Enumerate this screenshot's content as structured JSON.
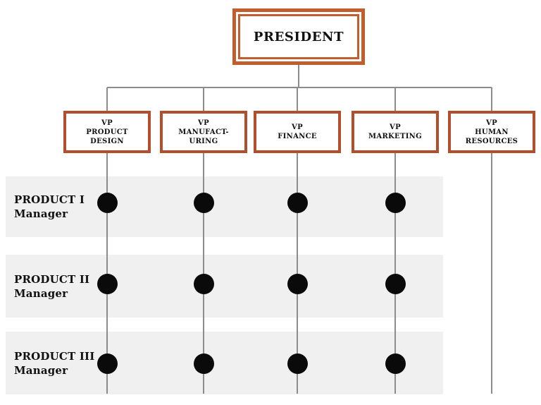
{
  "diagram": {
    "type": "matrix-org-chart",
    "description": "Matrix organization chart: President over five VPs with product manager rows"
  },
  "president": {
    "label": "PRESIDENT"
  },
  "columns": [
    {
      "id": "vp-product-design",
      "label": "VP\nPRODUCT\nDESIGN"
    },
    {
      "id": "vp-manufacturing",
      "label": "VP\nMANUFACT-\nURING"
    },
    {
      "id": "vp-finance",
      "label": "VP\nFINANCE"
    },
    {
      "id": "vp-marketing",
      "label": "VP\nMARKETING"
    },
    {
      "id": "vp-human-resources",
      "label": "VP\nHUMAN\nRESOURCES"
    }
  ],
  "rows": [
    {
      "id": "product-1",
      "title": "PRODUCT I",
      "subtitle": "Manager"
    },
    {
      "id": "product-2",
      "title": "PRODUCT II",
      "subtitle": "Manager"
    },
    {
      "id": "product-3",
      "title": "PRODUCT III",
      "subtitle": "Manager"
    }
  ],
  "matrix": {
    "dot_assignments": [
      [
        true,
        true,
        true,
        true,
        false
      ],
      [
        true,
        true,
        true,
        true,
        false
      ],
      [
        true,
        true,
        true,
        true,
        false
      ]
    ]
  },
  "colors": {
    "president_border": "#C05E2E",
    "vp_border": "#B34E2C",
    "band_background": "#F0F0F0",
    "connector_line": "#8C8C8C",
    "dot": "#0A0A0A",
    "text": "#111111"
  }
}
